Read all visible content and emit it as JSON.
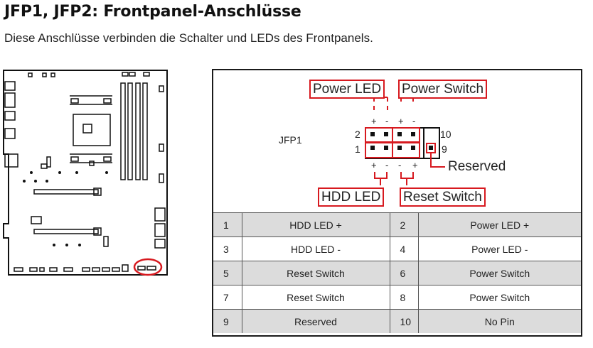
{
  "heading": {
    "title": "JFP1, JFP2: Frontpanel-Anschlüsse",
    "subtitle": "Diese Anschlüsse verbinden die Schalter und LEDs des Frontpanels."
  },
  "diagram": {
    "connector_name": "JFP1",
    "labels": {
      "power_led": "Power LED",
      "power_switch": "Power Switch",
      "hdd_led": "HDD LED",
      "reset_switch": "Reset Switch",
      "reserved": "Reserved"
    },
    "pin_numbers": {
      "top_left": "2",
      "bottom_left": "1",
      "top_right": "10",
      "bottom_right": "9"
    },
    "polarity": {
      "plus": "+",
      "minus": "-"
    },
    "colors": {
      "highlight": "#d7191f",
      "pin": "#111111"
    }
  },
  "pin_table": {
    "rows": [
      {
        "pin_a": "1",
        "signal_a": "HDD LED +",
        "pin_b": "2",
        "signal_b": "Power LED +"
      },
      {
        "pin_a": "3",
        "signal_a": "HDD LED -",
        "pin_b": "4",
        "signal_b": "Power LED -"
      },
      {
        "pin_a": "5",
        "signal_a": "Reset Switch",
        "pin_b": "6",
        "signal_b": "Power Switch"
      },
      {
        "pin_a": "7",
        "signal_a": "Reset Switch",
        "pin_b": "8",
        "signal_b": "Power Switch"
      },
      {
        "pin_a": "9",
        "signal_a": "Reserved",
        "pin_b": "10",
        "signal_b": "No Pin"
      }
    ]
  }
}
